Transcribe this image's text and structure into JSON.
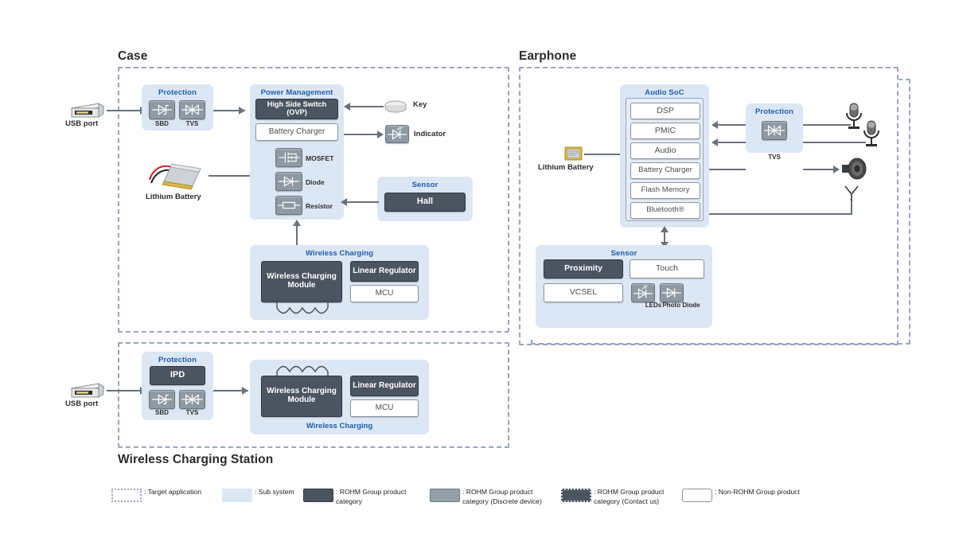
{
  "sections": {
    "case": {
      "title": "Case"
    },
    "earphone": {
      "title": "Earphone"
    },
    "station": {
      "title": "Wireless Charging Station"
    }
  },
  "case": {
    "usb_port": "USB port",
    "lithium_battery": "Lithium Battery",
    "protection": {
      "title": "Protection",
      "sbd": "SBD",
      "tvs": "TVS"
    },
    "power_management": {
      "title": "Power Management",
      "high_side_switch": "High Side Switch (OVP)",
      "battery_charger": "Battery Charger",
      "mosfet": "MOSFET",
      "diode": "Diode",
      "resistor": "Resistor"
    },
    "key": "Key",
    "indicator": "Indicator",
    "sensor": {
      "title": "Sensor",
      "hall": "Hall"
    },
    "wireless_charging": {
      "title": "Wireless Charging",
      "module": "Wireless Charging Module",
      "linear_regulator": "Linear Regulator",
      "mcu": "MCU"
    }
  },
  "station": {
    "usb_port": "USB port",
    "protection": {
      "title": "Protection",
      "ipd": "IPD",
      "sbd": "SBD",
      "tvs": "TVS"
    },
    "wireless_charging": {
      "title": "Wireless Charging",
      "module": "Wireless Charging Module",
      "linear_regulator": "Linear Regulator",
      "mcu": "MCU"
    }
  },
  "earphone": {
    "lithium_battery": "Lithium Battery",
    "audio_soc": {
      "title": "Audio SoC",
      "items": [
        "DSP",
        "PMIC",
        "Audio",
        "Battery Charger",
        "Flash Memory",
        "Bluetooth®"
      ]
    },
    "protection": {
      "title": "Protection",
      "tvs": "TVS"
    },
    "sensor": {
      "title": "Sensor",
      "proximity": "Proximity",
      "touch": "Touch",
      "vcsel": "VCSEL",
      "leds": "LEDs",
      "photo_diode": "Photo Diode"
    }
  },
  "legend": [
    {
      "swatch": "dashed",
      "label": ": Target application"
    },
    {
      "swatch": "sub",
      "label": ": Sub system"
    },
    {
      "swatch": "dark",
      "label": ": ROHM Group product category"
    },
    {
      "swatch": "gray",
      "label": ": ROHM Group product category (Discrete device)"
    },
    {
      "swatch": "contact",
      "label": ": ROHM Group product category (Contact us)"
    },
    {
      "swatch": "white",
      "label": ": Non-ROHM Group product"
    }
  ],
  "colors": {
    "sub_system": "#dce7f5",
    "rohm_dark": "#4a5560",
    "rohm_gray": "#93a0a8",
    "boundary": "#9aa3c4",
    "title_blue": "#1f5fa8",
    "connector": "#6a7179"
  }
}
